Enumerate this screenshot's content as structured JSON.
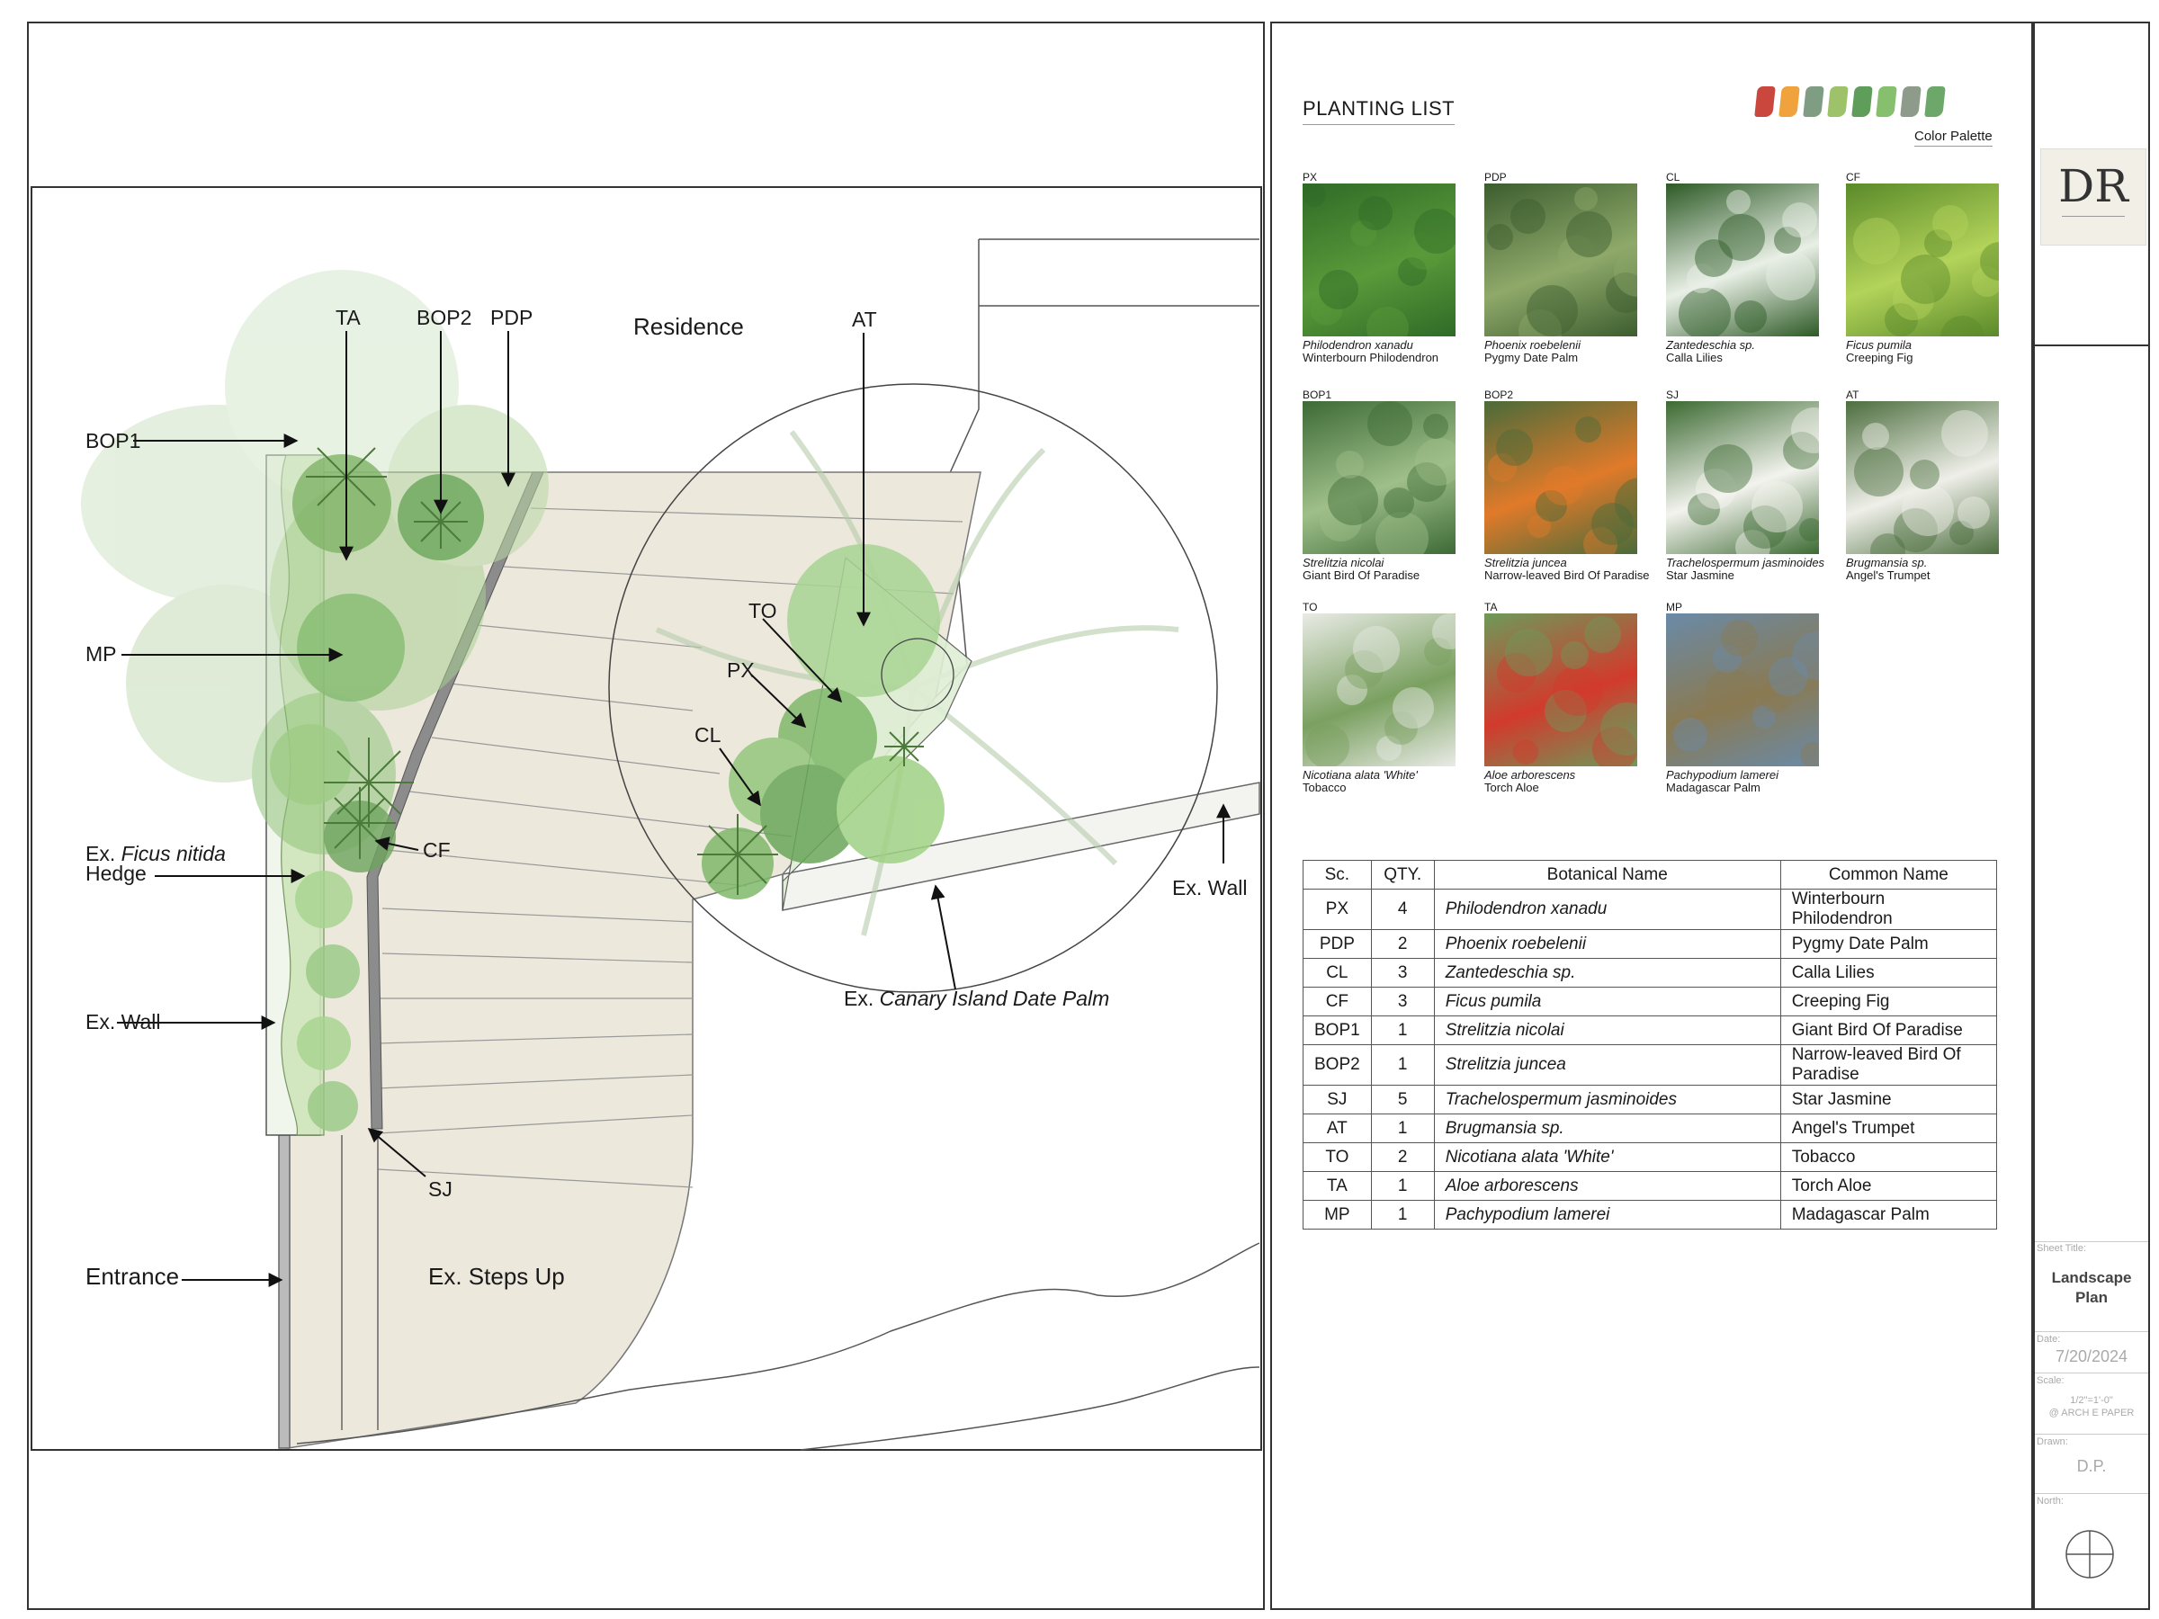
{
  "plan": {
    "labels": {
      "ta": "TA",
      "bop2": "BOP2",
      "pdp": "PDP",
      "residence": "Residence",
      "at": "AT",
      "bop1": "BOP1",
      "mp": "MP",
      "to": "TO",
      "px": "PX",
      "cl": "CL",
      "cf": "CF",
      "ficus_prefix": "Ex.",
      "ficus_species": "Ficus nitida",
      "ficus_hedge": "Hedge",
      "ex_wall_left": "Ex. Wall",
      "ex_wall_right": "Ex. Wall",
      "palm_prefix": "Ex.",
      "palm_species": "Canary Island Date Palm",
      "sj": "SJ",
      "entrance": "Entrance",
      "steps": "Ex. Steps Up"
    }
  },
  "planting_list": {
    "title": "PLANTING LIST",
    "palette_label": "Color Palette",
    "palette": [
      "#c9473c",
      "#f0a23c",
      "#7f9d82",
      "#9ec26a",
      "#5f9e5a",
      "#86c06e",
      "#8e9a8a",
      "#6da86a"
    ],
    "cards": [
      {
        "code": "PX",
        "botanical": "Philodendron xanadu",
        "common": "Winterbourn Philodendron",
        "c1": "#2f6b27",
        "c2": "#5a9a3a"
      },
      {
        "code": "PDP",
        "botanical": "Phoenix roebelenii",
        "common": "Pygmy Date Palm",
        "c1": "#3c5d2f",
        "c2": "#8fa96a"
      },
      {
        "code": "CL",
        "botanical": "Zantedeschia sp.",
        "common": "Calla Lilies",
        "c1": "#2d5a26",
        "c2": "#e9efe6"
      },
      {
        "code": "CF",
        "botanical": "Ficus pumila",
        "common": "Creeping Fig",
        "c1": "#5a8a2a",
        "c2": "#b3d35a"
      },
      {
        "code": "BOP1",
        "botanical": "Strelitzia nicolai",
        "common": "Giant Bird Of Paradise",
        "c1": "#3d6a36",
        "c2": "#9fbf8a"
      },
      {
        "code": "BOP2",
        "botanical": "Strelitzia juncea",
        "common": "Narrow-leaved Bird Of Paradise",
        "c1": "#4a6b3a",
        "c2": "#e07a2a"
      },
      {
        "code": "SJ",
        "botanical": "Trachelospermum jasminoides",
        "common": "Star Jasmine",
        "c1": "#3c6a32",
        "c2": "#f3f3ee"
      },
      {
        "code": "AT",
        "botanical": "Brugmansia sp.",
        "common": "Angel's Trumpet",
        "c1": "#4c6e3e",
        "c2": "#efefe9"
      },
      {
        "code": "TO",
        "botanical": "Nicotiana alata 'White'",
        "common": "Tobacco",
        "c1": "#e9ebe6",
        "c2": "#7aa060"
      },
      {
        "code": "TA",
        "botanical": "Aloe arborescens",
        "common": "Torch Aloe",
        "c1": "#6d9a5a",
        "c2": "#d23a2c"
      },
      {
        "code": "MP",
        "botanical": "Pachypodium lamerei",
        "common": "Madagascar Palm",
        "c1": "#6a8aa8",
        "c2": "#8a7a52"
      }
    ],
    "table": {
      "headers": [
        "Sc.",
        "QTY.",
        "Botanical Name",
        "Common Name"
      ],
      "rows": [
        [
          "PX",
          "4",
          "Philodendron xanadu",
          "Winterbourn Philodendron"
        ],
        [
          "PDP",
          "2",
          "Phoenix roebelenii",
          "Pygmy Date Palm"
        ],
        [
          "CL",
          "3",
          "Zantedeschia sp.",
          "Calla Lilies"
        ],
        [
          "CF",
          "3",
          "Ficus pumila",
          "Creeping Fig"
        ],
        [
          "BOP1",
          "1",
          "Strelitzia nicolai",
          "Giant Bird Of Paradise"
        ],
        [
          "BOP2",
          "1",
          "Strelitzia juncea",
          "Narrow-leaved Bird Of Paradise"
        ],
        [
          "SJ",
          "5",
          "Trachelospermum jasminoides",
          "Star Jasmine"
        ],
        [
          "AT",
          "1",
          "Brugmansia sp.",
          "Angel's Trumpet"
        ],
        [
          "TO",
          "2",
          "Nicotiana alata 'White'",
          "Tobacco"
        ],
        [
          "TA",
          "1",
          "Aloe arborescens",
          "Torch Aloe"
        ],
        [
          "MP",
          "1",
          "Pachypodium lamerei",
          "Madagascar Palm"
        ]
      ]
    }
  },
  "title_block": {
    "logo": "DR",
    "sheet_title_label": "Sheet Title:",
    "sheet_title_line1": "Landscape",
    "sheet_title_line2": "Plan",
    "date_label": "Date:",
    "date": "7/20/2024",
    "scale_label": "Scale:",
    "scale_line1": "1/2\"=1'-0\"",
    "scale_line2": "@ ARCH E PAPER",
    "drawn_label": "Drawn:",
    "drawn": "D.P.",
    "north_label": "North:"
  }
}
